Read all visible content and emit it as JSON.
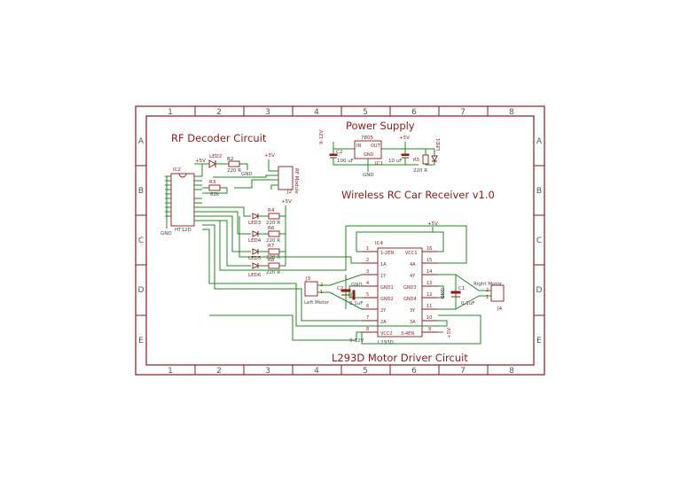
{
  "frame": {
    "columns": [
      "1",
      "2",
      "3",
      "4",
      "5",
      "6",
      "7",
      "8"
    ],
    "rows": [
      "A",
      "B",
      "C",
      "D",
      "E"
    ]
  },
  "titles": {
    "rf_decoder": "RF Decoder Circuit",
    "power_supply": "Power Supply",
    "main": "Wireless RC Car Receiver v1.0",
    "motor_driver": "L293D Motor Driver Circuit"
  },
  "decoder": {
    "ic_name": "IC2",
    "ic_value": "HT12D",
    "gnd": "GND",
    "led2": "LED2",
    "r2": "R2",
    "r2_value": "220 R",
    "r3": "R3",
    "r3_value": "62k",
    "vcc": "+5V",
    "gnd2": "GND",
    "rf_vcc": "+5V",
    "rf_module": "RF Module",
    "j2": "J2",
    "leds": [
      {
        "led": "LED3",
        "res": "R4",
        "value": "220 R"
      },
      {
        "led": "LED4",
        "res": "R6",
        "value": "220 R"
      },
      {
        "led": "LED5",
        "res": "R7",
        "value": "220 R"
      },
      {
        "led": "LED6",
        "res": "R8",
        "value": "220 R"
      }
    ],
    "led_vcc": "+5V"
  },
  "power": {
    "input": "9-12V",
    "c2": "C2",
    "c2_value": "100 uF",
    "reg": "7805",
    "reg_in": "IN",
    "reg_out": "OUT",
    "reg_gnd": "GND",
    "ic1": "IC1",
    "vcc": "+5V",
    "c4_value": "10 uF",
    "r5": "R5",
    "r5_value": "220 R",
    "led1": "LED1",
    "gnd": "GND"
  },
  "driver": {
    "ic": "IC4",
    "ic_value": "L293D",
    "left_pins": [
      {
        "num": "1",
        "name": "1-2EN"
      },
      {
        "num": "2",
        "name": "1A"
      },
      {
        "num": "3",
        "name": "1Y"
      },
      {
        "num": "4",
        "name": "GND1"
      },
      {
        "num": "5",
        "name": "GND2"
      },
      {
        "num": "6",
        "name": "2Y"
      },
      {
        "num": "7",
        "name": "2A"
      },
      {
        "num": "8",
        "name": "VCC2"
      }
    ],
    "right_pins": [
      {
        "num": "16",
        "name": "VCC1"
      },
      {
        "num": "15",
        "name": "4A"
      },
      {
        "num": "14",
        "name": "4Y"
      },
      {
        "num": "13",
        "name": "GND3"
      },
      {
        "num": "12",
        "name": "GND4"
      },
      {
        "num": "11",
        "name": "3Y"
      },
      {
        "num": "10",
        "name": "3A"
      },
      {
        "num": "9",
        "name": "3-4EN"
      }
    ],
    "top_vcc": "+5V",
    "vin": "9-12V",
    "pin9_vcc": "+5V",
    "gnd_left": "GND",
    "gnd_right": "GND",
    "c2": "C2",
    "c2_value": "0.1uF",
    "c1": "C1",
    "c1_value": "0.1uF",
    "j3": "J3",
    "j3_label": "Left Motor",
    "j4": "J4",
    "j4_label": "Right Motor",
    "conn_pin_2": "2",
    "conn_pin_1": "1"
  }
}
